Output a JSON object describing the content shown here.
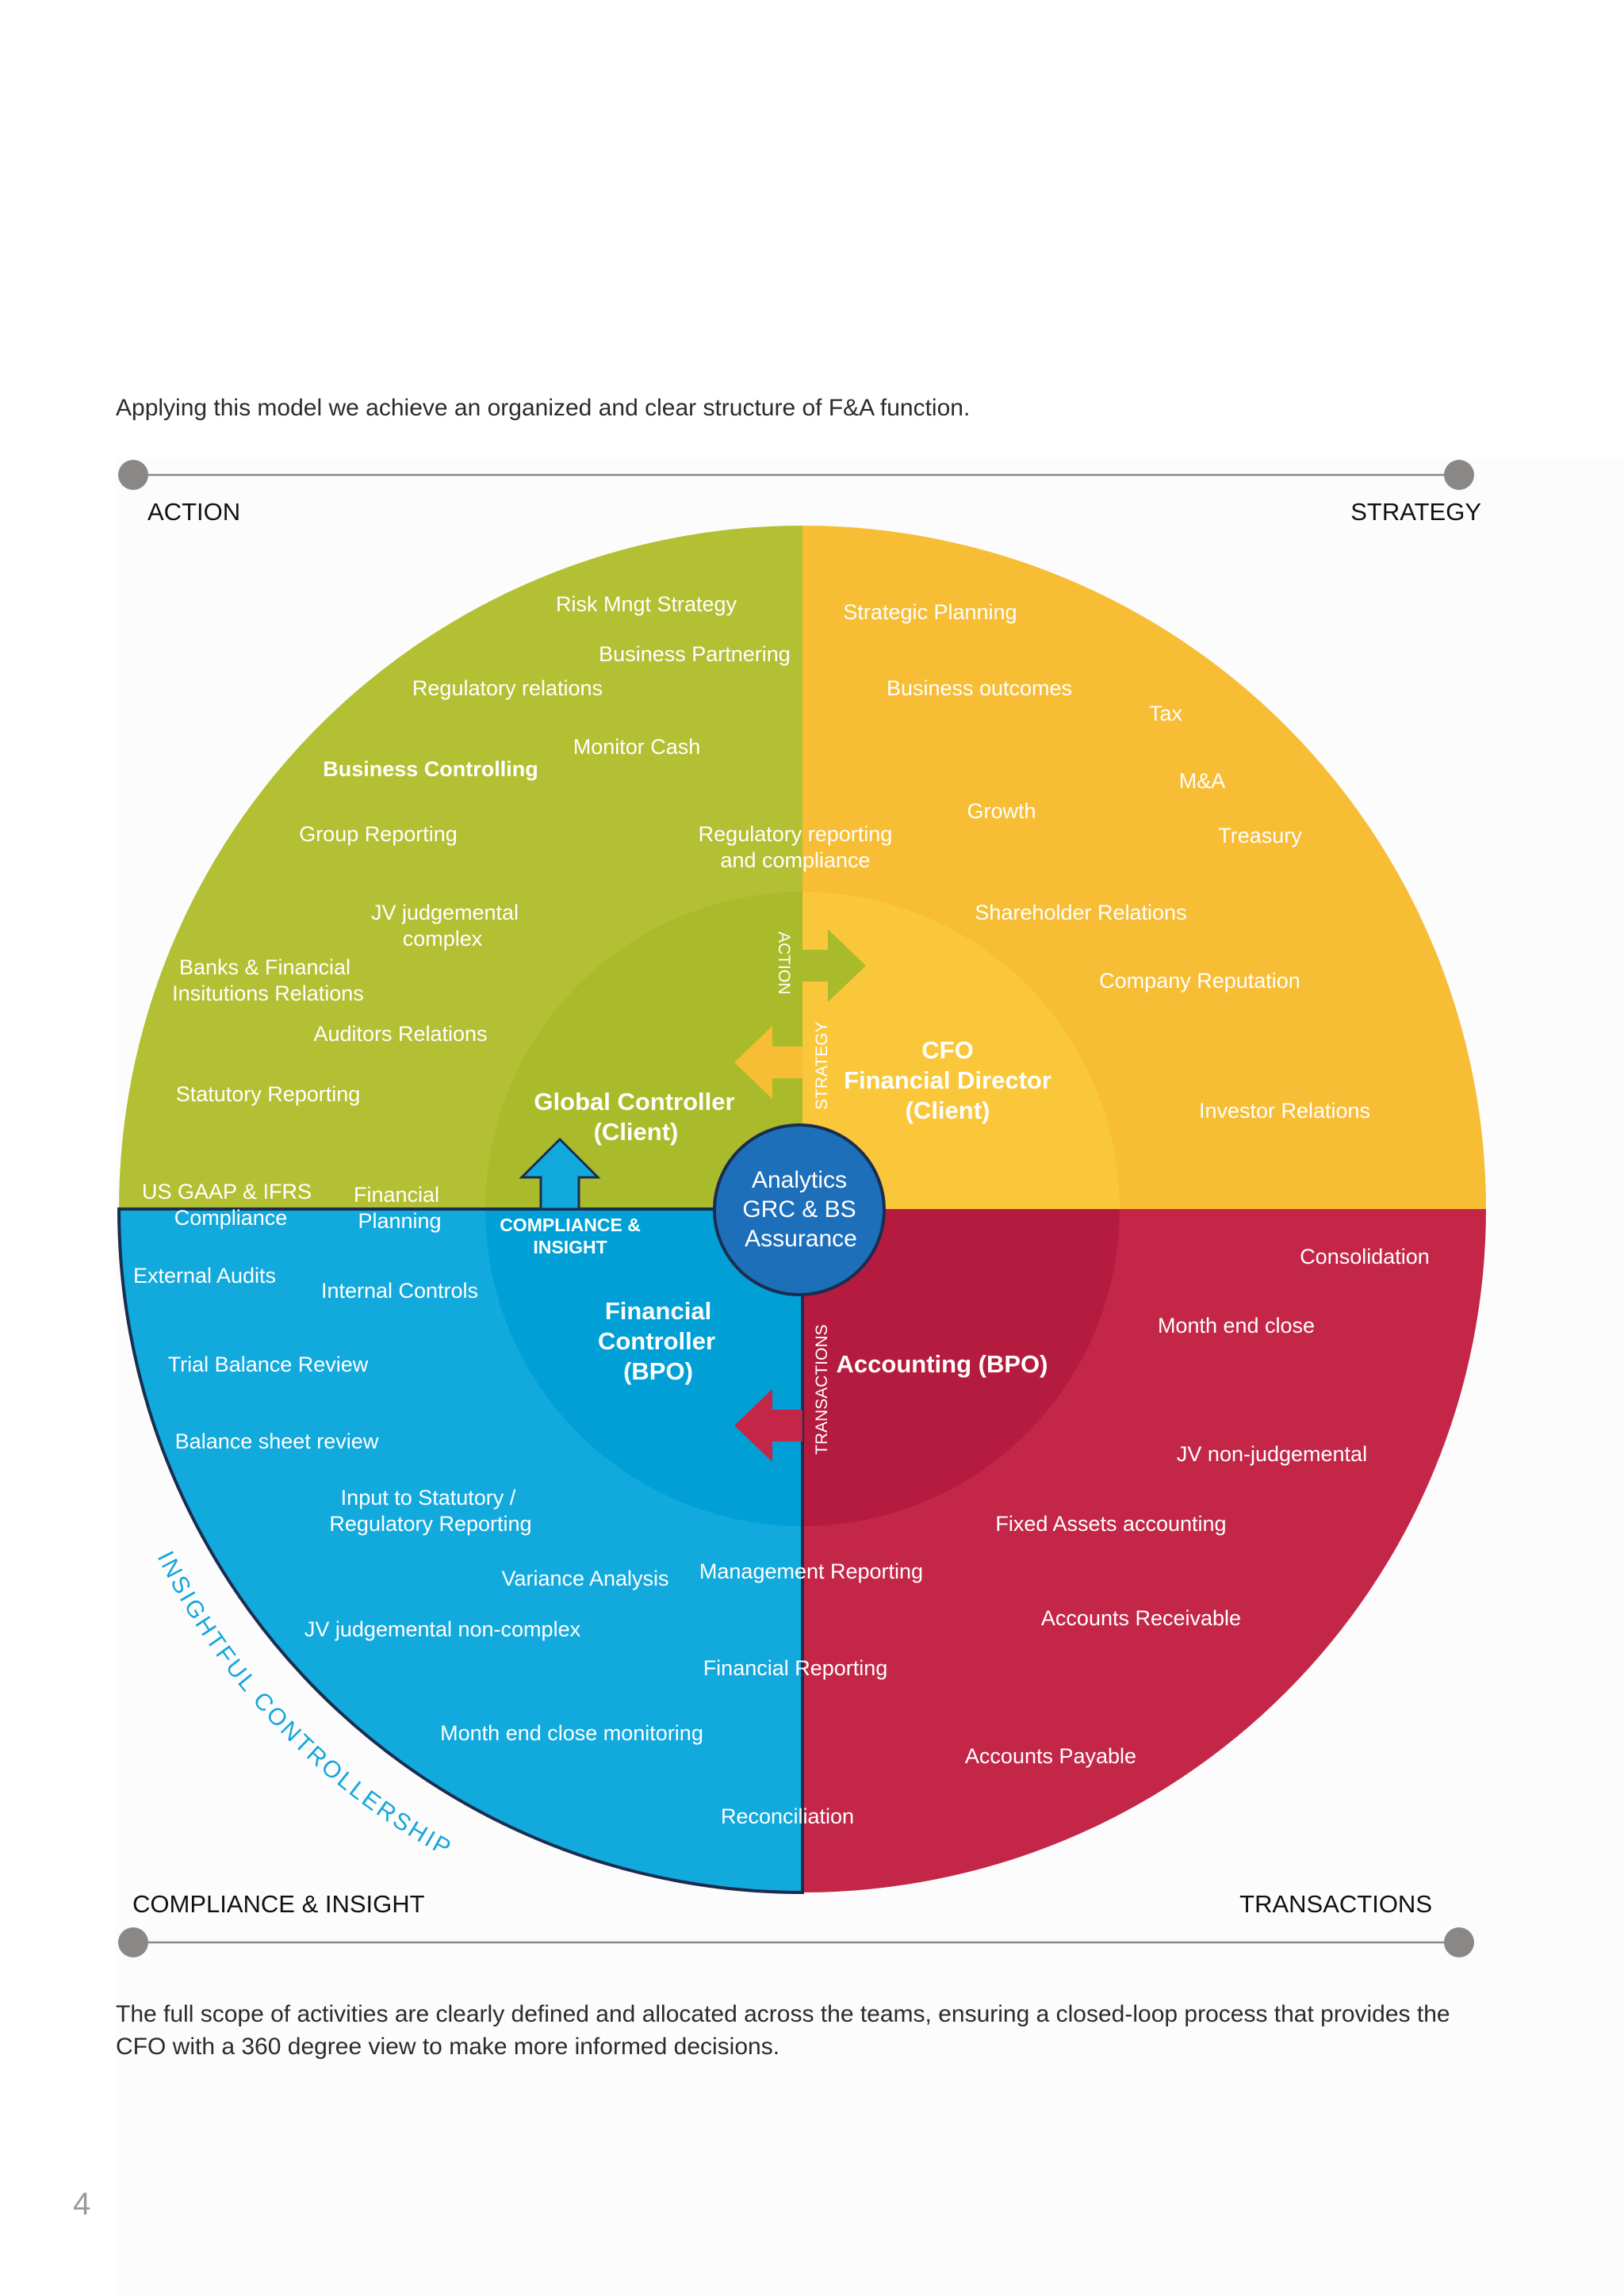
{
  "intro_text": "Applying this model we achieve an organized and clear structure of F&A function.",
  "outro_text": "The full scope of activities are clearly defined and allocated across the teams, ensuring a closed-loop process that provides the CFO with a 360 degree view to make more informed decisions.",
  "page_number": "4",
  "corners": {
    "top_left": "ACTION",
    "top_right": "STRATEGY",
    "bottom_left": "COMPLIANCE & INSIGHT",
    "bottom_right": "TRANSACTIONS"
  },
  "colors": {
    "action_green": "#b3c033",
    "action_green_inner": "#a9bb2a",
    "strategy_yellow": "#f7bd35",
    "strategy_yellow_inner": "#fac73b",
    "compliance_blue": "#12a9dd",
    "compliance_blue_inner": "#00a0d6",
    "transactions_red": "#c42648",
    "transactions_red_inner": "#b51b3e",
    "center_blue": "#1d6fba",
    "arc_text_blue": "#13a6dc",
    "line_gray": "#8a8787"
  },
  "roles": {
    "global_controller": [
      "Global Controller",
      "(Client)"
    ],
    "cfo": [
      "CFO",
      "Financial Director",
      "(Client)"
    ],
    "financial_controller": [
      "Financial",
      "Controller",
      "(BPO)"
    ],
    "accounting": "Accounting (BPO)",
    "center": [
      "Analytics",
      "GRC & BS",
      "Assurance"
    ]
  },
  "arrow_labels": {
    "action": "ACTION",
    "strategy": "STRATEGY",
    "transactions": "TRANSACTIONS",
    "compliance": [
      "COMPLIANCE &",
      "INSIGHT"
    ]
  },
  "arc_text": "INSIGHTFUL CONTROLLERSHIP",
  "green_items": {
    "risk": "Risk Mngt Strategy",
    "partnering": "Business Partnering",
    "regulatory_relations": "Regulatory relations",
    "monitor_cash": "Monitor Cash",
    "business_controlling": "Business Controlling",
    "group_reporting": "Group Reporting",
    "regulatory_reporting": [
      "Regulatory reporting",
      "and compliance"
    ],
    "jv_complex": [
      "JV judgemental",
      "complex"
    ],
    "banks": [
      "Banks & Financial",
      "Insitutions Relations"
    ],
    "auditors": "Auditors Relations",
    "statutory": "Statutory Reporting",
    "us_gaap": [
      "US GAAP & IFRS",
      "Compliance"
    ],
    "financial_planning": [
      "Financial",
      "Planning"
    ]
  },
  "yellow_items": {
    "strategic_planning": "Strategic Planning",
    "business_outcomes": "Business outcomes",
    "tax": "Tax",
    "ma": "M&A",
    "growth": "Growth",
    "treasury": "Treasury",
    "shareholder": "Shareholder Relations",
    "reputation": "Company Reputation",
    "investor": "Investor Relations"
  },
  "blue_items": {
    "external_audits": "External Audits",
    "internal_controls": "Internal Controls",
    "trial_balance": "Trial Balance Review",
    "balance_sheet": "Balance sheet review",
    "input_statutory": [
      "Input to Statutory /",
      "Regulatory Reporting"
    ],
    "variance": "Variance Analysis",
    "management_reporting": "Management Reporting",
    "jv_noncomplex": "JV judgemental non-complex",
    "financial_reporting": "Financial Reporting",
    "month_end_monitoring": "Month end close monitoring",
    "reconciliation": "Reconciliation"
  },
  "red_items": {
    "consolidation": "Consolidation",
    "month_end_close": "Month end close",
    "jv_nonjudgemental": "JV non-judgemental",
    "fixed_assets": "Fixed Assets accounting",
    "accounts_receivable": "Accounts Receivable",
    "accounts_payable": "Accounts Payable"
  }
}
